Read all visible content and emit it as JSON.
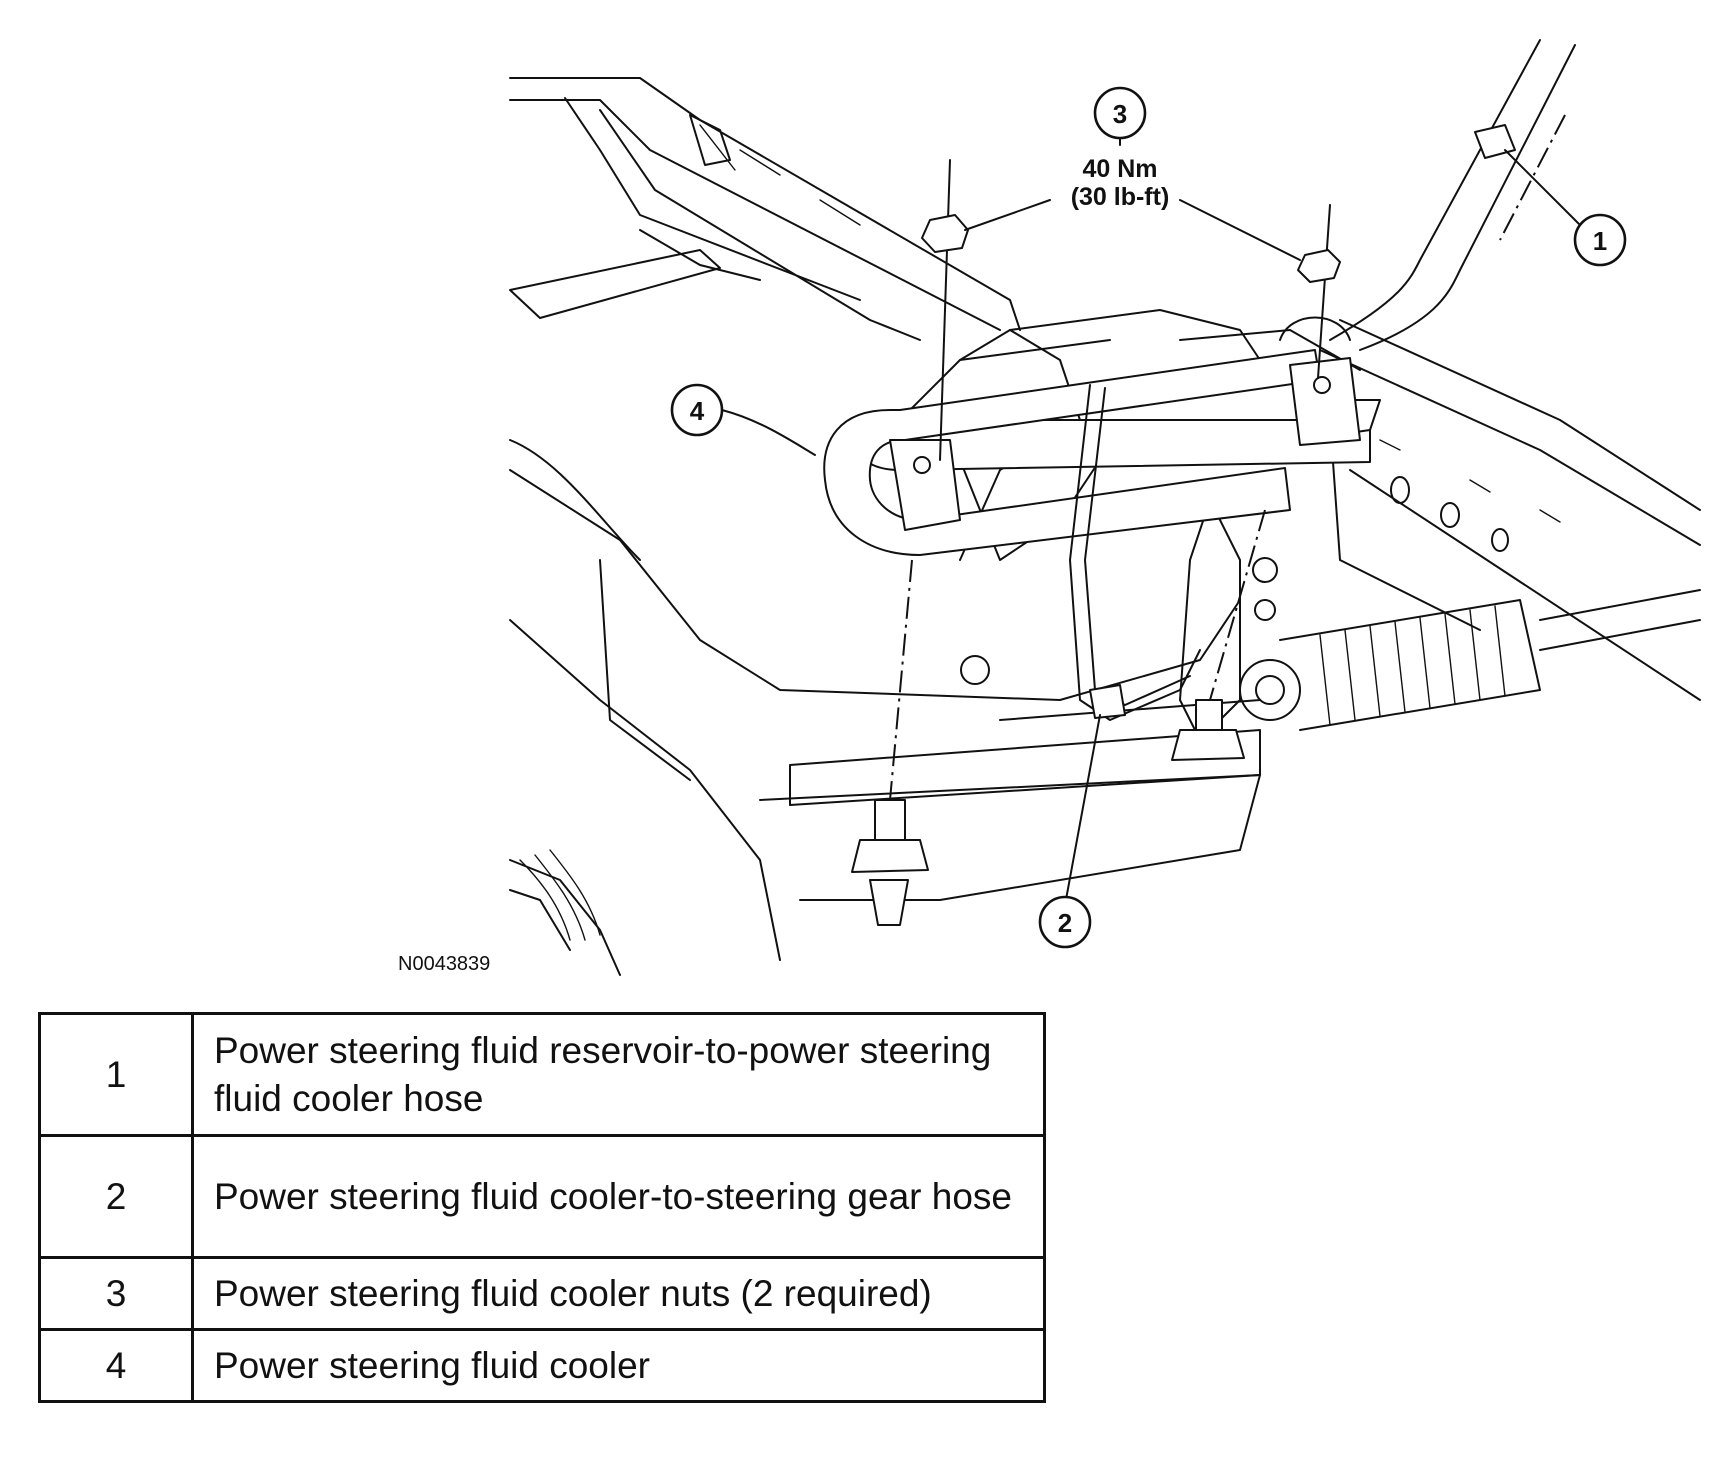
{
  "figure": {
    "id": "N0043839",
    "callouts": [
      "1",
      "2",
      "3",
      "4"
    ],
    "torque": {
      "metric": "40 Nm",
      "imperial": "(30 lb-ft)"
    }
  },
  "legend": {
    "rows": [
      {
        "number": "1",
        "description": "Power steering fluid reservoir-to-power steering fluid cooler hose"
      },
      {
        "number": "2",
        "description": "Power steering fluid cooler-to-steering gear hose"
      },
      {
        "number": "3",
        "description": "Power steering fluid cooler nuts (2 required)"
      },
      {
        "number": "4",
        "description": "Power steering fluid cooler"
      }
    ]
  }
}
